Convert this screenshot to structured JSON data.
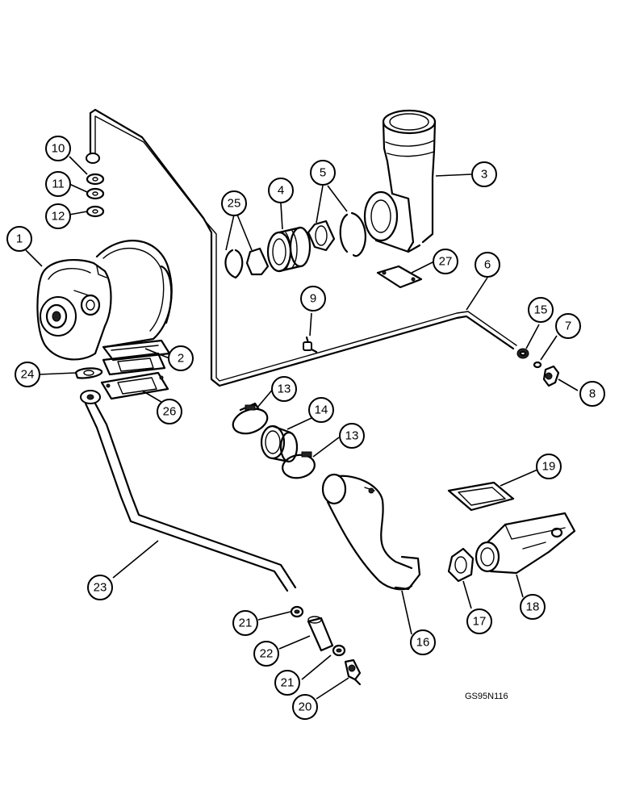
{
  "figure_code": "GS95N116",
  "callouts": [
    {
      "id": "c1",
      "label": "1"
    },
    {
      "id": "c2",
      "label": "2"
    },
    {
      "id": "c3",
      "label": "3"
    },
    {
      "id": "c4",
      "label": "4"
    },
    {
      "id": "c5",
      "label": "5"
    },
    {
      "id": "c6",
      "label": "6"
    },
    {
      "id": "c7",
      "label": "7"
    },
    {
      "id": "c8",
      "label": "8"
    },
    {
      "id": "c9",
      "label": "9"
    },
    {
      "id": "c10",
      "label": "10"
    },
    {
      "id": "c11",
      "label": "11"
    },
    {
      "id": "c12",
      "label": "12"
    },
    {
      "id": "c13a",
      "label": "13"
    },
    {
      "id": "c13b",
      "label": "13"
    },
    {
      "id": "c14",
      "label": "14"
    },
    {
      "id": "c15",
      "label": "15"
    },
    {
      "id": "c16",
      "label": "16"
    },
    {
      "id": "c17",
      "label": "17"
    },
    {
      "id": "c18",
      "label": "18"
    },
    {
      "id": "c19",
      "label": "19"
    },
    {
      "id": "c20",
      "label": "20"
    },
    {
      "id": "c21a",
      "label": "21"
    },
    {
      "id": "c21b",
      "label": "21"
    },
    {
      "id": "c22",
      "label": "22"
    },
    {
      "id": "c23",
      "label": "23"
    },
    {
      "id": "c24",
      "label": "24"
    },
    {
      "id": "c25",
      "label": "25"
    },
    {
      "id": "c26",
      "label": "26"
    },
    {
      "id": "c27",
      "label": "27"
    }
  ]
}
